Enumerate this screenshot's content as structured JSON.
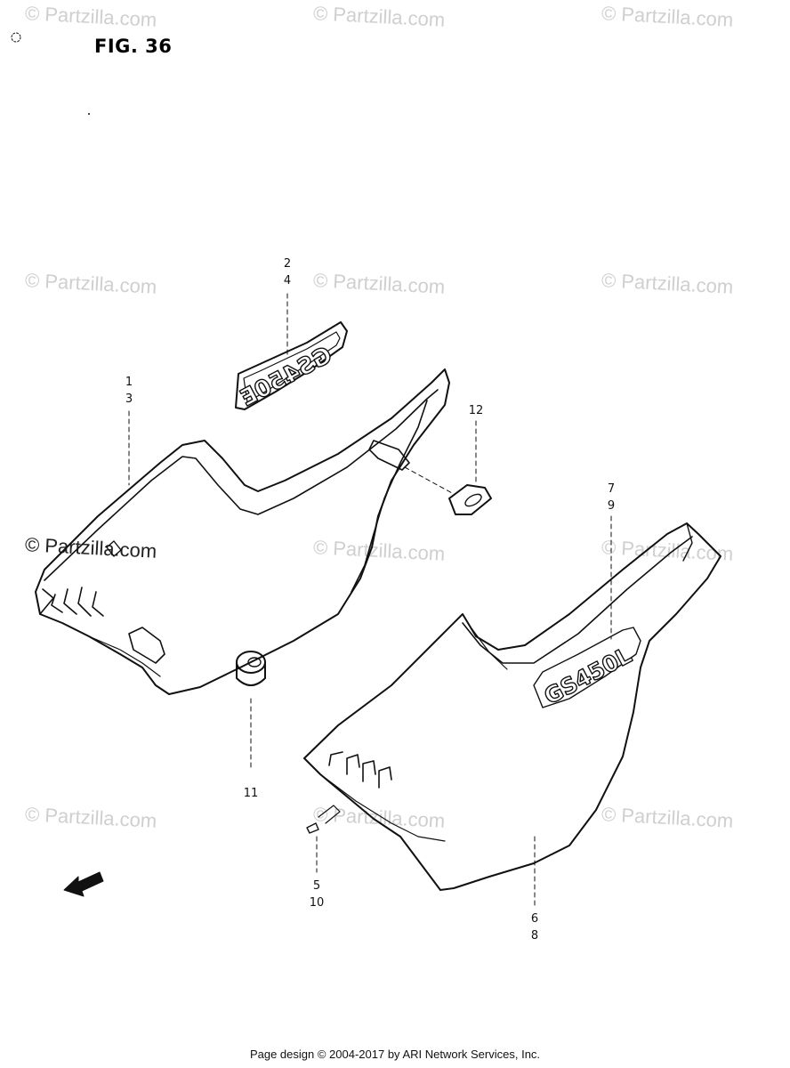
{
  "figure": {
    "title": "FIG. 36"
  },
  "watermark": {
    "text": "© Partzilla.com"
  },
  "callouts": {
    "c2_4": [
      "2",
      "4"
    ],
    "c1_3": [
      "1",
      "3"
    ],
    "c12": [
      "12"
    ],
    "c7_9": [
      "7",
      "9"
    ],
    "c11": [
      "11"
    ],
    "c5_10": [
      "5",
      "10"
    ],
    "c6_8": [
      "6",
      "8"
    ]
  },
  "labels": {
    "decal_left": "GS450E",
    "decal_right": "GS450L",
    "fwd_arrow": "FWD"
  },
  "footer": {
    "text": "Page design © 2004-2017 by ARI Network Services, Inc."
  }
}
